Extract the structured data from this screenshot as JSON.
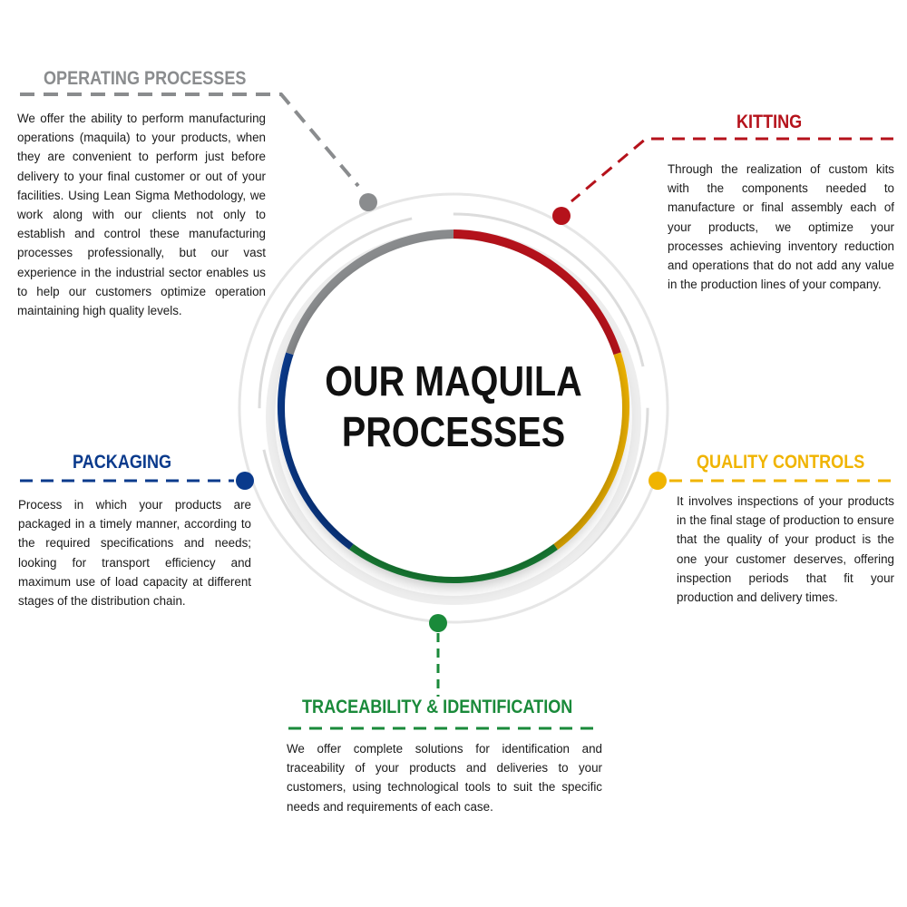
{
  "colors": {
    "operating": "#8a8c8e",
    "kitting": "#b5121b",
    "quality": "#f0b400",
    "traceability": "#1a8a3a",
    "packaging": "#0a3a8c",
    "ring_gray": "#d9d9d9",
    "text": "#1a1a1a"
  },
  "center": {
    "line1": "OUR MAQUILA",
    "line2": "PROCESSES"
  },
  "sections": {
    "operating": {
      "title": "OPERATING PROCESSES",
      "icon": "dot-gray",
      "text": "We offer the ability to perform manufacturing operations (maquila) to your products, when they are convenient to perform just before delivery to your final customer or out of your facilities. Using Lean Sigma Methodology, we work along with our clients not only to establish and control these manufacturing processes professionally, but our vast experience in the industrial sector enables us to help our customers optimize operation maintaining high quality levels."
    },
    "kitting": {
      "title": "KITTING",
      "icon": "dot-red",
      "text": "Through the realization of custom kits with the components needed to manufacture or final assembly each of your products, we optimize your processes achieving inventory reduction and operations that do not add any value in the production lines of your company."
    },
    "packaging": {
      "title": "PACKAGING",
      "icon": "dot-blue",
      "text": "Process in which your products are packaged in a timely manner, according to the required specifications and needs; looking for transport efficiency and maximum use of load capacity at different stages of the distribution chain."
    },
    "quality": {
      "title": "QUALITY CONTROLS",
      "icon": "dot-yellow",
      "text": "It involves inspections of your products in the final stage of production to ensure that the quality of your product is the one your customer deserves, offering inspection periods that fit your production and delivery times."
    },
    "traceability": {
      "title": "TRACEABILITY & IDENTIFICATION",
      "icon": "dot-green",
      "text": "We offer complete solutions for identification and traceability of your products and deliveries to your customers, using technological tools to suit the specific needs and requirements of each case."
    }
  }
}
